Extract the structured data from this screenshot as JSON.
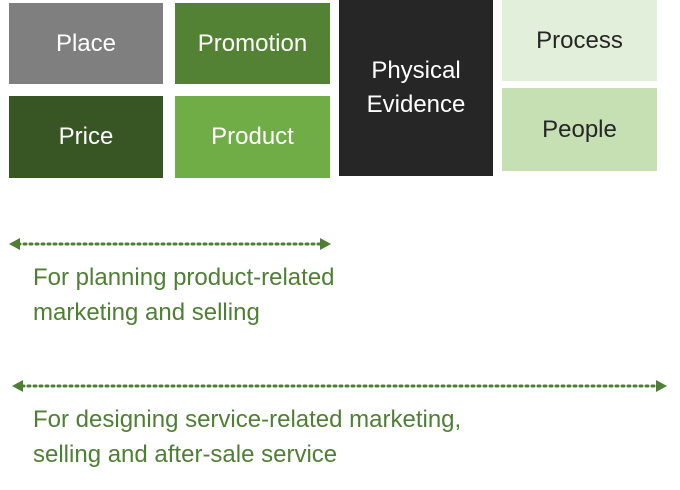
{
  "boxes": {
    "place": {
      "label": "Place",
      "bg": "#7f7f7f",
      "fg": "#ffffff"
    },
    "promotion": {
      "label": "Promotion",
      "bg": "#548235",
      "fg": "#ffffff"
    },
    "physical": {
      "line1": "Physical",
      "line2": "Evidence",
      "bg": "#262626",
      "fg": "#ffffff"
    },
    "process": {
      "label": "Process",
      "bg": "#e2efda",
      "fg": "#262626"
    },
    "price": {
      "label": "Price",
      "bg": "#375623",
      "fg": "#ffffff"
    },
    "product": {
      "label": "Product",
      "bg": "#70ad47",
      "fg": "#ffffff"
    },
    "people": {
      "label": "People",
      "bg": "#c6e0b4",
      "fg": "#262626"
    }
  },
  "captions": {
    "product": {
      "line1": "For planning product-related",
      "line2": "marketing and selling"
    },
    "service": {
      "line1": "For designing service-related marketing,",
      "line2": "selling and after-sale service"
    }
  },
  "colors": {
    "arrow": "#4f7f35",
    "caption": "#4f7f35"
  }
}
